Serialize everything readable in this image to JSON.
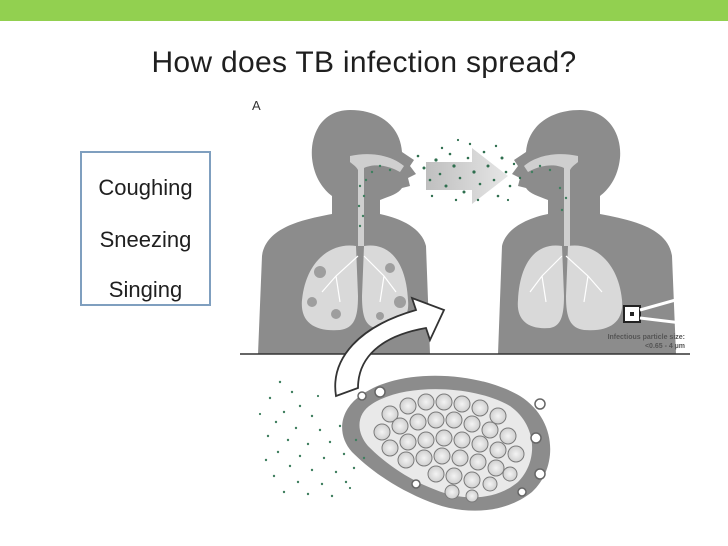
{
  "slide": {
    "title": "How does TB infection spread?",
    "accent_color": "#92d050",
    "causes": [
      "Coughing",
      "Sneezing",
      "Singing"
    ]
  },
  "figure": {
    "panel_letter": "A",
    "particle_label_line1": "Infectious particle size:",
    "particle_label_line2": "<0.65 - 4 µm"
  }
}
